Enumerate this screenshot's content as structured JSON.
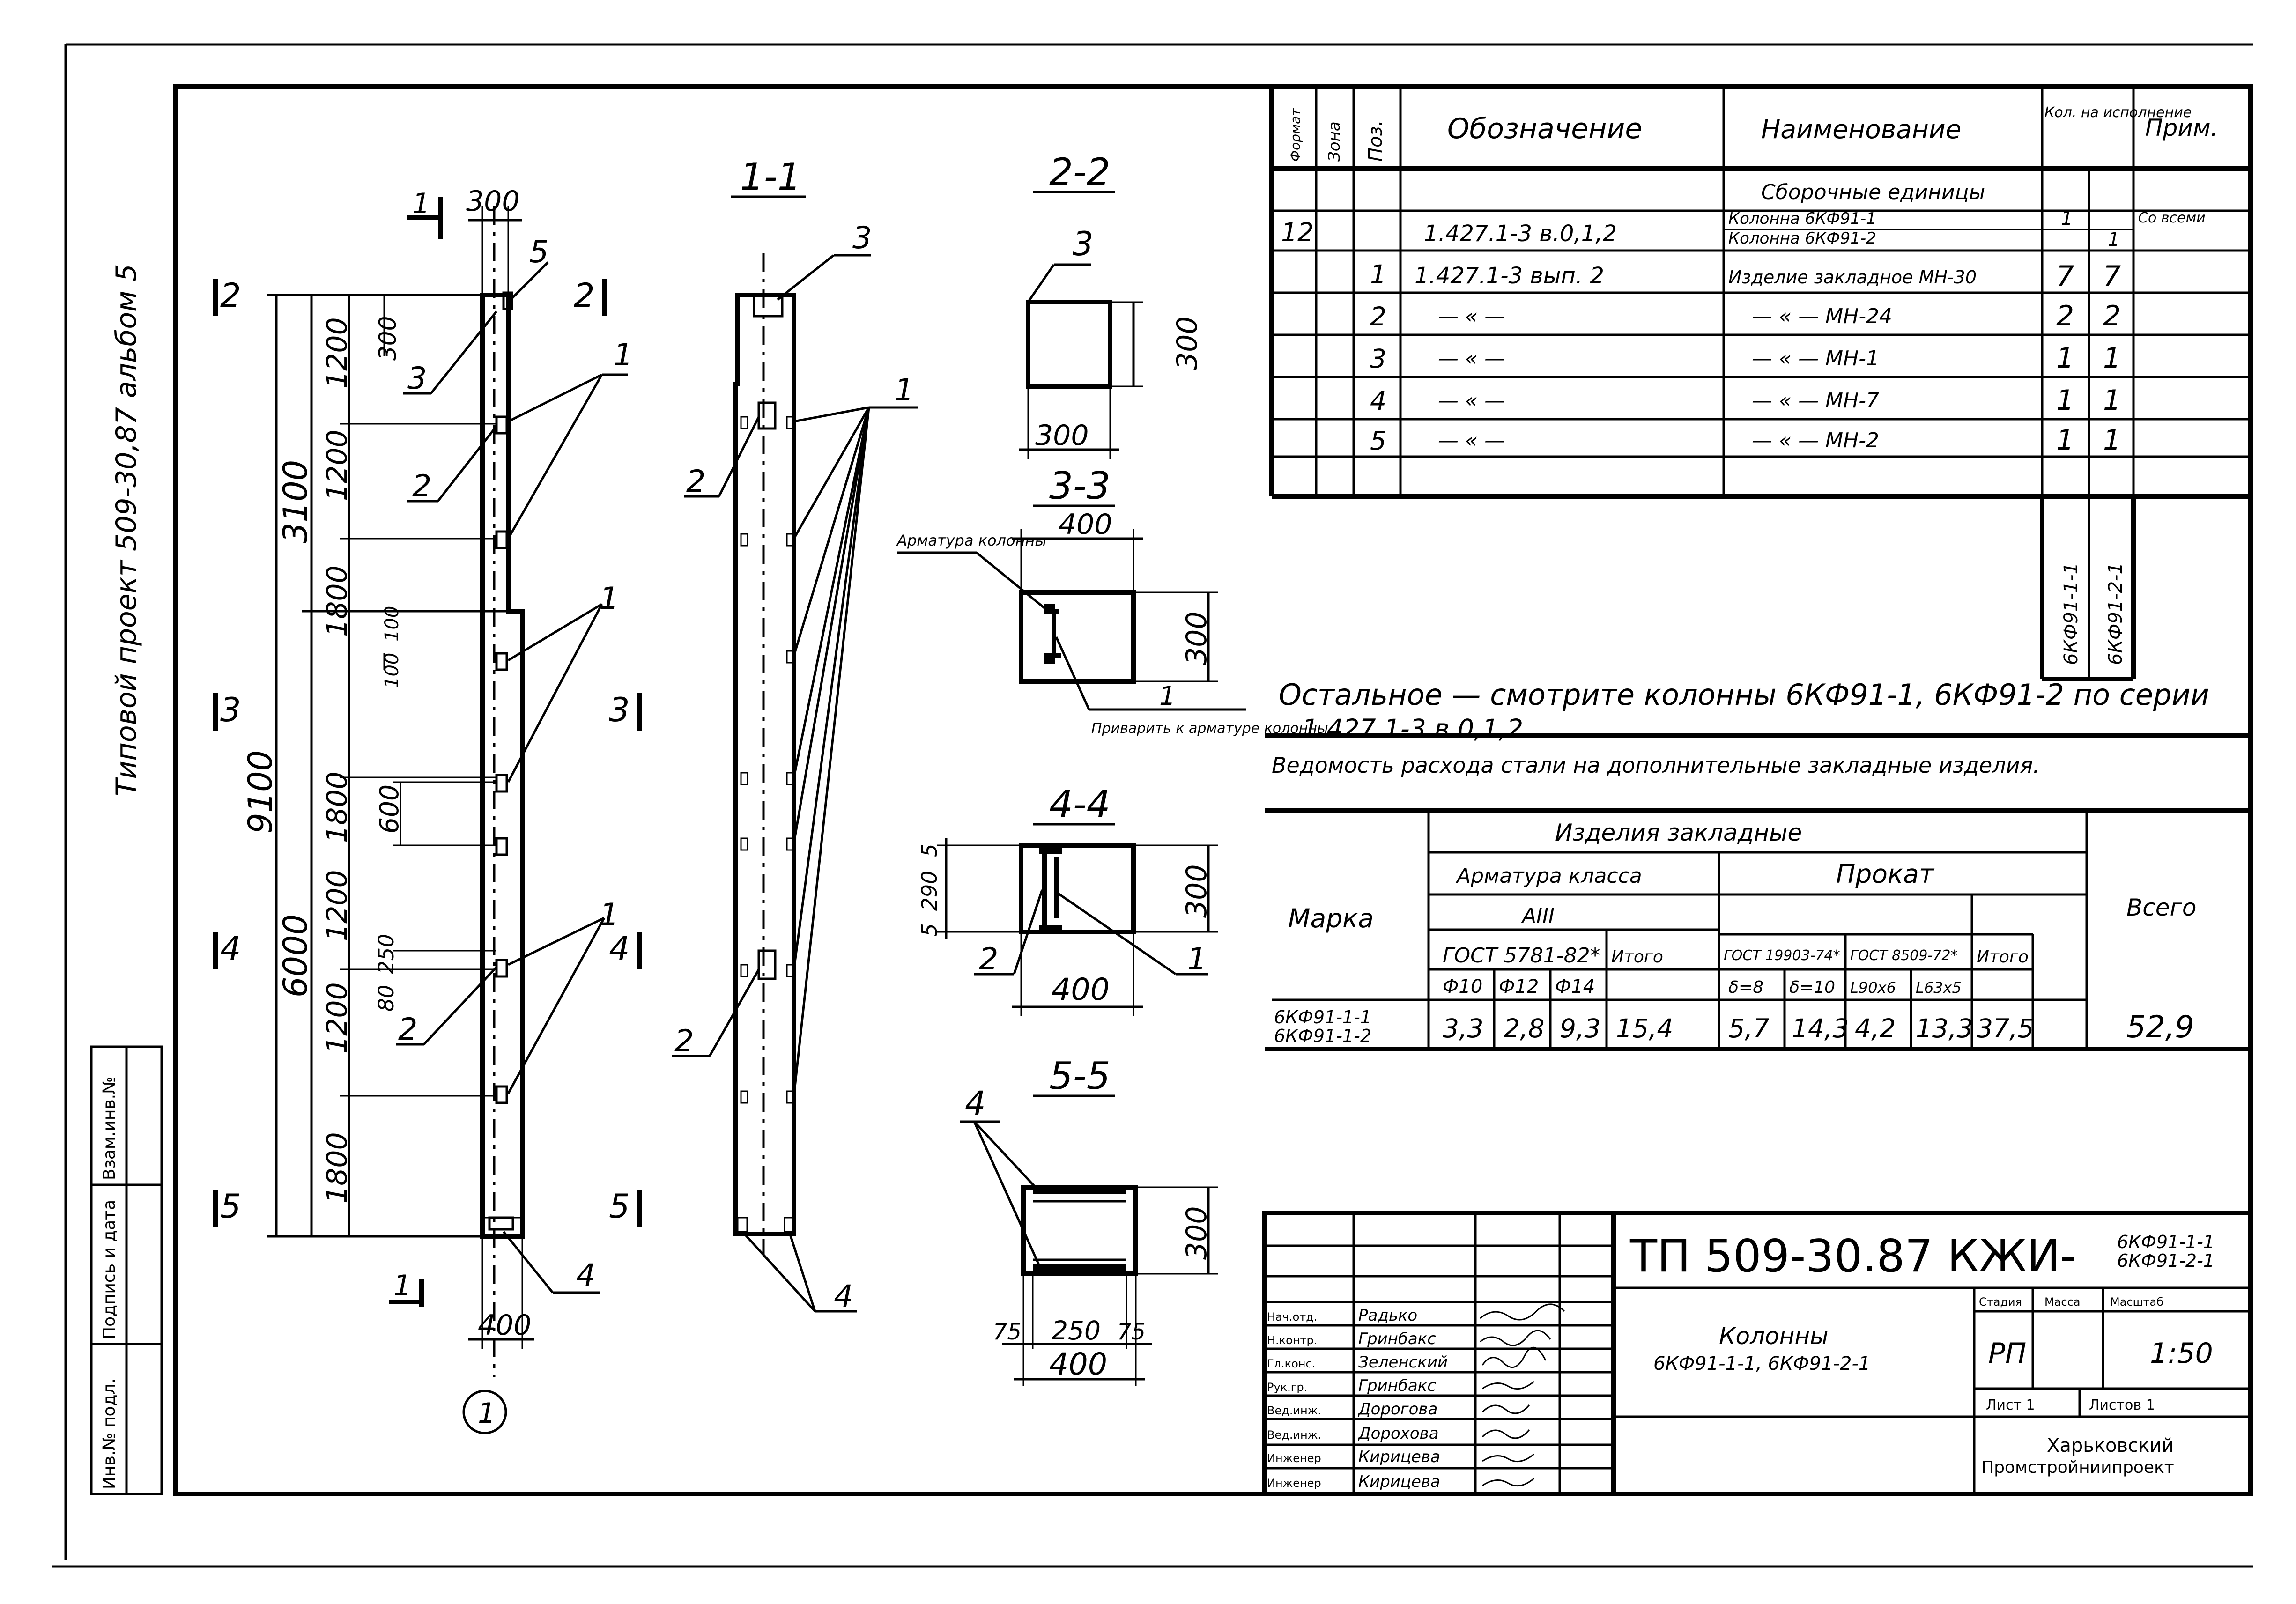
{
  "side_stamp": {
    "project": "Типовой проект 509-30,87 альбом 5"
  },
  "side_boxes": [
    "Инв.№ подл.",
    "Подпись и дата",
    "Взам.инв.№"
  ],
  "elevation": {
    "marker_1": "1",
    "width_top": "300",
    "width_bottom": "400",
    "axis": "1",
    "section_marks": [
      "2",
      "3",
      "4",
      "5"
    ],
    "dims_outer": [
      "9100",
      "3100",
      "6000"
    ],
    "dims_inner": [
      "1200",
      "1200",
      "1800",
      "1800",
      "1200",
      "1200",
      "1800"
    ],
    "dims_small": [
      "300",
      "100",
      "100",
      "600",
      "250",
      "80"
    ],
    "callouts": {
      "p1": "1",
      "p2": "2",
      "p3": "3",
      "p4": "4",
      "p5": "5"
    }
  },
  "section_1_1": {
    "title": "1-1",
    "callouts": [
      "3",
      "1",
      "2",
      "2",
      "4"
    ]
  },
  "section_2_2": {
    "title": "2-2",
    "callout": "3",
    "w": "300",
    "h": "300"
  },
  "section_3_3": {
    "title": "3-3",
    "w": "400",
    "h": "300",
    "note_left": "Арматура колонны",
    "callout": "1",
    "note_bottom": "Приварить к арматуре колонны"
  },
  "section_4_4": {
    "title": "4-4",
    "w": "400",
    "h": "300",
    "dims": [
      "5",
      "290",
      "5"
    ],
    "callouts": [
      "2",
      "1"
    ]
  },
  "section_5_5": {
    "title": "5-5",
    "w": "400",
    "h": "300",
    "callout": "4",
    "dims": [
      "75",
      "250",
      "75"
    ]
  },
  "spec": {
    "headers": {
      "format": "Формат",
      "zone": "Зона",
      "pos": "Поз.",
      "designation": "Обозначение",
      "name": "Наименование",
      "qty": "Кол. на исполнение",
      "note": "Прим."
    },
    "group": "Сборочные единицы",
    "rows": [
      {
        "format": "12",
        "pos": "",
        "designation": "1.427.1-3 в.0,1,2",
        "name": "Колонна 6КФ91-1",
        "name2": "Колонна 6КФ91-2",
        "q1": "1",
        "q2": "1",
        "note": "Со всеми"
      },
      {
        "format": "",
        "pos": "1",
        "designation": "1.427.1-3 вып. 2",
        "name": "Изделие закладное МН-30",
        "name2": "",
        "q1": "7",
        "q2": "7",
        "note": ""
      },
      {
        "format": "",
        "pos": "2",
        "designation": "— « —",
        "name": "— « —  МН-24",
        "name2": "",
        "q1": "2",
        "q2": "2",
        "note": ""
      },
      {
        "format": "",
        "pos": "3",
        "designation": "— « —",
        "name": "— « —  МН-1",
        "name2": "",
        "q1": "1",
        "q2": "1",
        "note": ""
      },
      {
        "format": "",
        "pos": "4",
        "designation": "— « —",
        "name": "— « —  МН-7",
        "name2": "",
        "q1": "1",
        "q2": "1",
        "note": ""
      },
      {
        "format": "",
        "pos": "5",
        "designation": "— « —",
        "name": "— « —  МН-2",
        "name2": "",
        "q1": "1",
        "q2": "1",
        "note": ""
      }
    ],
    "variants": [
      "6КФ91-1-1",
      "6КФ91-2-1"
    ]
  },
  "note_text": {
    "line1": "Остальное — смотрите колонны 6КФ91-1, 6КФ91-2 по серии",
    "line2": "1.427.1-3 в.0,1,2."
  },
  "steel": {
    "title": "Ведомость расхода стали на дополнительные закладные изделия.",
    "h_mark": "Марка",
    "h_group": "Изделия закладные",
    "h_armatura": "Арматура класса",
    "h_prokat": "Прокат",
    "h_class": "AIII",
    "h_gost1": "ГОСТ 5781-82*",
    "h_gost2": "ГОСТ 19903-74*",
    "h_gost3": "ГОСТ 8509-72*",
    "h_itogo": "Итого",
    "h_total": "Всего",
    "cols": [
      "Ф10",
      "Ф12",
      "Ф14",
      "δ=8",
      "δ=10",
      "L90х6",
      "L63х5"
    ],
    "mark1": "6КФ91-1-1",
    "mark2": "6КФ91-1-2",
    "values": [
      "3,3",
      "2,8",
      "9,3",
      "15,4",
      "5,7",
      "14,3",
      "4,2",
      "13,3",
      "37,5",
      "52,9"
    ]
  },
  "title_block": {
    "code": "ТП 509-30.87 КЖИ-",
    "code_marks": [
      "6КФ91-1-1",
      "6КФ91-2-1"
    ],
    "name": "Колонны",
    "name2": "6КФ91-1-1, 6КФ91-2-1",
    "stage_h": "Стадия",
    "mass_h": "Масса",
    "scale_h": "Масштаб",
    "stage": "РП",
    "scale": "1:50",
    "sheet": "Лист 1",
    "sheets": "Листов 1",
    "org": "Харьковский",
    "org2": "Промстройниипроект",
    "people": [
      {
        "role": "Нач.отд.",
        "name": "Радько"
      },
      {
        "role": "Н.контр.",
        "name": "Гринбакс"
      },
      {
        "role": "Гл.конс.",
        "name": "Зеленский"
      },
      {
        "role": "Рук.гр.",
        "name": "Гринбакс"
      },
      {
        "role": "Вед.инж.",
        "name": "Дорогова"
      },
      {
        "role": "Вед.инж.",
        "name": "Дорохова"
      },
      {
        "role": "Инженер",
        "name": "Кирицева"
      },
      {
        "role": "Инженер",
        "name": "Кирицева"
      }
    ]
  }
}
